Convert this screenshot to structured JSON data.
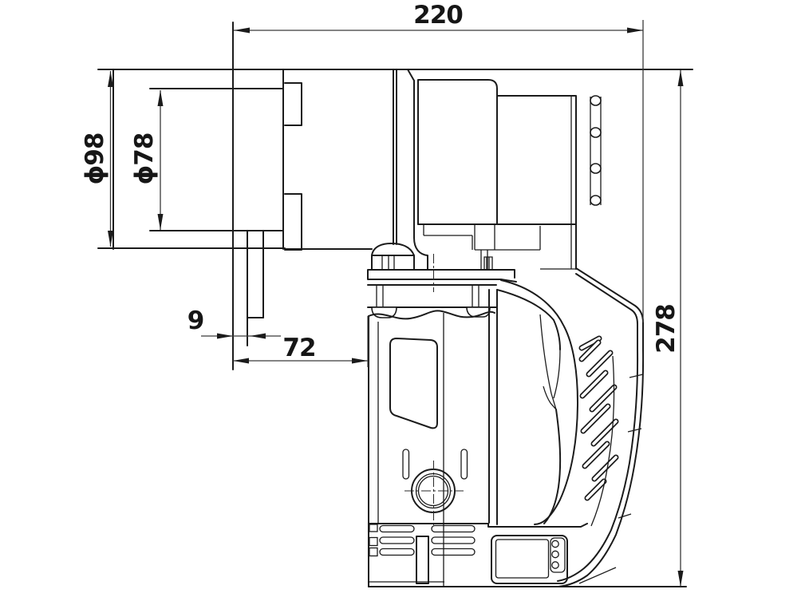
{
  "drawing": {
    "kind": "engineering-dimension-drawing",
    "background_color": "#ffffff",
    "line_color": "#1b1b1b",
    "dimensions": {
      "overall_width": "220",
      "outer_diameter": "ϕ98",
      "inner_diameter": "ϕ78",
      "shaft_step": "9",
      "shaft_to_body": "72",
      "overall_height": "278"
    }
  }
}
